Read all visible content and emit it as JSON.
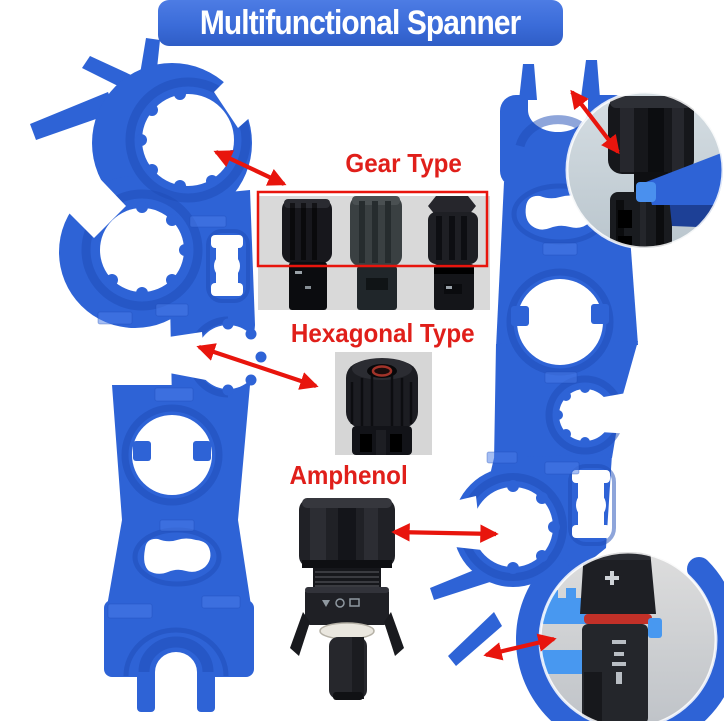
{
  "banner": {
    "title": "Multifunctional Spanner"
  },
  "annotations": {
    "gear": {
      "label": "Gear Type"
    },
    "hexagonal": {
      "label": "Hexagonal Type"
    },
    "amphenol": {
      "label": "Amphenol"
    }
  },
  "colors": {
    "banner_blue": "#3b6cd9",
    "spanner_blue": "#2e63d6",
    "spanner_blue_dark": "#1d4bb5",
    "spanner_blue_light": "#4a7ce8",
    "label_red": "#e01f1a",
    "arrow_red": "#e8150d",
    "photo_gray": "#d9d9d9",
    "inset_gray": "#ccd5dc",
    "connector_black": "#1a1b1f",
    "oring_red": "#c23028",
    "grip_blue_light": "#4898f0"
  },
  "scene": {
    "left_spanner": "blue spanner front view with gear openings and fork end",
    "right_spanner": "blue spanner back view with fork top and gear openings",
    "gear_connectors_photo": "three gear-type connector caps in red box",
    "hexagonal_connector_photo": "hexagonal-type connector cap",
    "amphenol_connector_photo": "Amphenol solar connector",
    "top_inset": "close-up: spanner fork gripping connector",
    "bottom_inset": "close-up: spanner jaws holding connector with red o-ring"
  }
}
